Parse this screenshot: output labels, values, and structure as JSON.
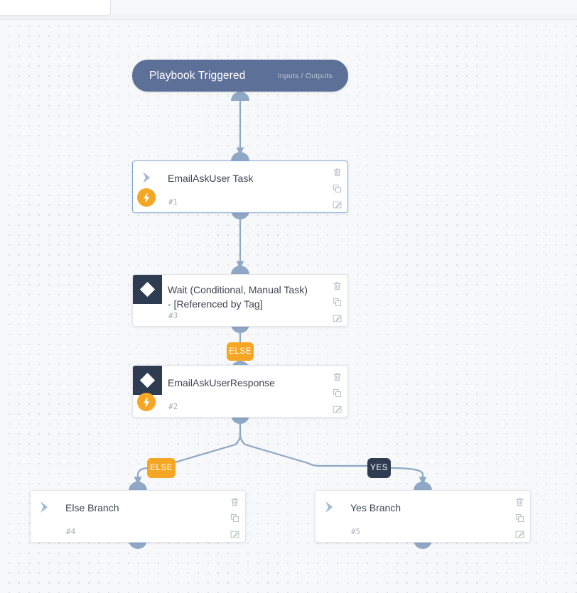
{
  "canvas": {
    "background_color": "#f7f8fa",
    "grid_dot_color": "#d3d6dd"
  },
  "trigger": {
    "title": "Playbook Triggered",
    "io_label": "Inputs / Outputs",
    "color": "#5d7097"
  },
  "nodes": [
    {
      "title": "EmailAskUser Task",
      "id_label": "#1",
      "icon": "chevron-right-icon",
      "has_bolt": true,
      "selected": true
    },
    {
      "title": "Wait (Conditional, Manual Task) - [Referenced by Tag]",
      "title_line1": "Wait (Conditional, Manual Task)",
      "title_line2": "- [Referenced by Tag]",
      "id_label": "#3",
      "icon": "diamond-icon",
      "has_bolt": false,
      "selected": false
    },
    {
      "title": "EmailAskUserResponse",
      "id_label": "#2",
      "icon": "diamond-icon",
      "has_bolt": true,
      "selected": false
    },
    {
      "title": "Else Branch",
      "id_label": "#4",
      "icon": "chevron-right-icon",
      "has_bolt": false,
      "selected": false
    },
    {
      "title": "Yes Branch",
      "id_label": "#5",
      "icon": "chevron-right-icon",
      "has_bolt": false,
      "selected": false
    }
  ],
  "edge_badges": [
    {
      "label": "ELSE",
      "color": "#f5a623"
    },
    {
      "label": "ELSE",
      "color": "#f5a623"
    },
    {
      "label": "YES",
      "color": "#2e3c52"
    }
  ],
  "node_actions": {
    "delete": "delete-icon",
    "duplicate": "duplicate-icon",
    "edit": "edit-icon"
  },
  "edge_color": "#8fa8c6"
}
